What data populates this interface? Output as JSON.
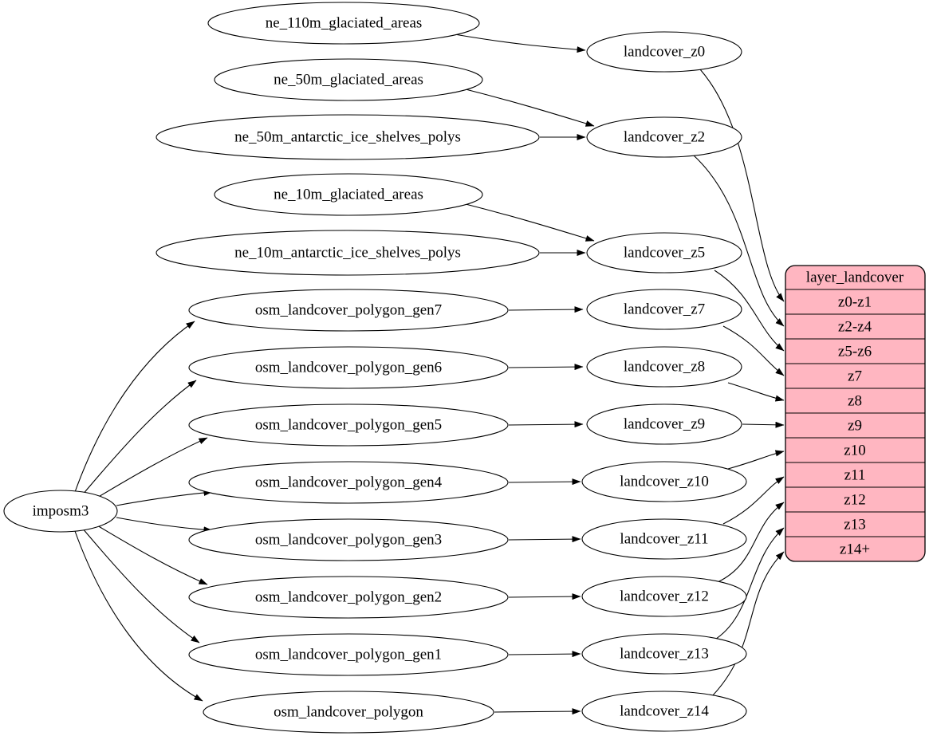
{
  "graph": {
    "importer": {
      "label": "imposm3"
    },
    "source_tables": [
      "ne_110m_glaciated_areas",
      "ne_50m_glaciated_areas",
      "ne_50m_antarctic_ice_shelves_polys",
      "ne_10m_glaciated_areas",
      "ne_10m_antarctic_ice_shelves_polys",
      "osm_landcover_polygon_gen7",
      "osm_landcover_polygon_gen6",
      "osm_landcover_polygon_gen5",
      "osm_landcover_polygon_gen4",
      "osm_landcover_polygon_gen3",
      "osm_landcover_polygon_gen2",
      "osm_landcover_polygon_gen1",
      "osm_landcover_polygon"
    ],
    "views": [
      "landcover_z0",
      "landcover_z2",
      "landcover_z5",
      "landcover_z7",
      "landcover_z8",
      "landcover_z9",
      "landcover_z10",
      "landcover_z11",
      "landcover_z12",
      "landcover_z13",
      "landcover_z14"
    ],
    "layer_table": {
      "title": "layer_landcover",
      "rows": [
        "z0-z1",
        "z2-z4",
        "z5-z6",
        "z7",
        "z8",
        "z9",
        "z10",
        "z11",
        "z12",
        "z13",
        "z14+"
      ],
      "fill": "#ffb6c1"
    },
    "edges": [
      {
        "from": "ne_110m_glaciated_areas",
        "to": "landcover_z0"
      },
      {
        "from": "ne_50m_glaciated_areas",
        "to": "landcover_z2"
      },
      {
        "from": "ne_50m_antarctic_ice_shelves_polys",
        "to": "landcover_z2"
      },
      {
        "from": "ne_10m_glaciated_areas",
        "to": "landcover_z5"
      },
      {
        "from": "ne_10m_antarctic_ice_shelves_polys",
        "to": "landcover_z5"
      },
      {
        "from": "imposm3",
        "to": "osm_landcover_polygon_gen7"
      },
      {
        "from": "imposm3",
        "to": "osm_landcover_polygon_gen6"
      },
      {
        "from": "imposm3",
        "to": "osm_landcover_polygon_gen5"
      },
      {
        "from": "imposm3",
        "to": "osm_landcover_polygon_gen4"
      },
      {
        "from": "imposm3",
        "to": "osm_landcover_polygon_gen3"
      },
      {
        "from": "imposm3",
        "to": "osm_landcover_polygon_gen2"
      },
      {
        "from": "imposm3",
        "to": "osm_landcover_polygon_gen1"
      },
      {
        "from": "imposm3",
        "to": "osm_landcover_polygon"
      },
      {
        "from": "osm_landcover_polygon_gen7",
        "to": "landcover_z7"
      },
      {
        "from": "osm_landcover_polygon_gen6",
        "to": "landcover_z8"
      },
      {
        "from": "osm_landcover_polygon_gen5",
        "to": "landcover_z9"
      },
      {
        "from": "osm_landcover_polygon_gen4",
        "to": "landcover_z10"
      },
      {
        "from": "osm_landcover_polygon_gen3",
        "to": "landcover_z11"
      },
      {
        "from": "osm_landcover_polygon_gen2",
        "to": "landcover_z12"
      },
      {
        "from": "osm_landcover_polygon_gen1",
        "to": "landcover_z13"
      },
      {
        "from": "osm_landcover_polygon",
        "to": "landcover_z14"
      },
      {
        "from": "landcover_z0",
        "to": "layer_landcover.z0-z1"
      },
      {
        "from": "landcover_z2",
        "to": "layer_landcover.z2-z4"
      },
      {
        "from": "landcover_z5",
        "to": "layer_landcover.z5-z6"
      },
      {
        "from": "landcover_z7",
        "to": "layer_landcover.z7"
      },
      {
        "from": "landcover_z8",
        "to": "layer_landcover.z8"
      },
      {
        "from": "landcover_z9",
        "to": "layer_landcover.z9"
      },
      {
        "from": "landcover_z10",
        "to": "layer_landcover.z10"
      },
      {
        "from": "landcover_z11",
        "to": "layer_landcover.z11"
      },
      {
        "from": "landcover_z12",
        "to": "layer_landcover.z12"
      },
      {
        "from": "landcover_z13",
        "to": "layer_landcover.z13"
      },
      {
        "from": "landcover_z14",
        "to": "layer_landcover.z14+"
      }
    ]
  }
}
